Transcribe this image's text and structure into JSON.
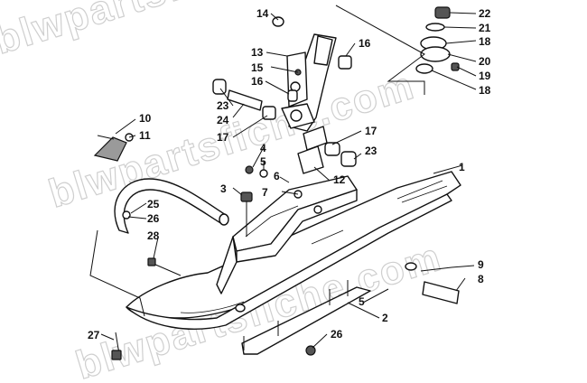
{
  "watermark": "blwpartsfiche.com",
  "callouts": [
    {
      "label": "1"
    },
    {
      "label": "2"
    },
    {
      "label": "3"
    },
    {
      "label": "4"
    },
    {
      "label": "5"
    },
    {
      "label": "5"
    },
    {
      "label": "6"
    },
    {
      "label": "7"
    },
    {
      "label": "8"
    },
    {
      "label": "9"
    },
    {
      "label": "10"
    },
    {
      "label": "11"
    },
    {
      "label": "12"
    },
    {
      "label": "13"
    },
    {
      "label": "14"
    },
    {
      "label": "15"
    },
    {
      "label": "16"
    },
    {
      "label": "16"
    },
    {
      "label": "17"
    },
    {
      "label": "17"
    },
    {
      "label": "18"
    },
    {
      "label": "18"
    },
    {
      "label": "19"
    },
    {
      "label": "20"
    },
    {
      "label": "21"
    },
    {
      "label": "22"
    },
    {
      "label": "23"
    },
    {
      "label": "23"
    },
    {
      "label": "24"
    },
    {
      "label": "25"
    },
    {
      "label": "26"
    },
    {
      "label": "26"
    },
    {
      "label": "27"
    },
    {
      "label": "28"
    }
  ]
}
